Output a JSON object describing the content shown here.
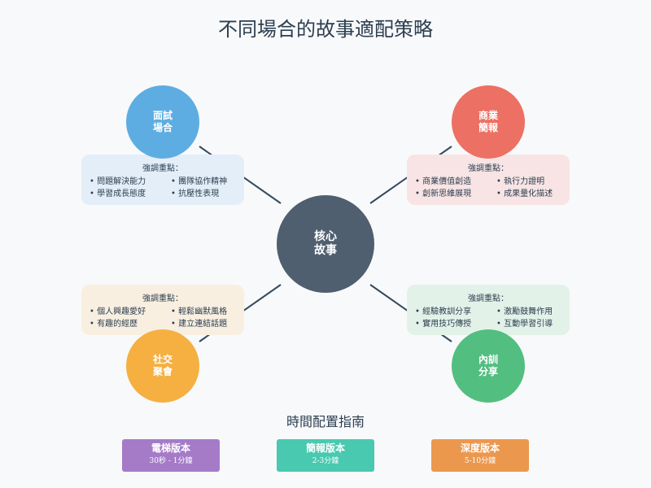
{
  "title": "不同場合的故事適配策略",
  "center": {
    "line1": "核心",
    "line2": "故事",
    "color": "#4f5f6f"
  },
  "colors": {
    "interview": "#5dade2",
    "business": "#ec7063",
    "social": "#f5b041",
    "internal": "#52be80",
    "line": "#34495e"
  },
  "scenarios": {
    "interview": {
      "line1": "面試",
      "line2": "場合",
      "emphasis_label": "強調重點：",
      "points": [
        "• 問題解決能力",
        "• 團隊協作精神",
        "• 學習成長態度",
        "• 抗壓性表現"
      ]
    },
    "business": {
      "line1": "商業",
      "line2": "簡報",
      "emphasis_label": "強調重點：",
      "points": [
        "• 商業價值創造",
        "• 執行力證明",
        "• 創新思維展現",
        "• 成果量化描述"
      ]
    },
    "social": {
      "line1": "社交",
      "line2": "聚會",
      "emphasis_label": "強調重點：",
      "points": [
        "• 個人興趣愛好",
        "• 輕鬆幽默風格",
        "• 有趣的經歷",
        "• 建立連結話題"
      ]
    },
    "internal": {
      "line1": "內訓",
      "line2": "分享",
      "emphasis_label": "強調重點：",
      "points": [
        "• 經驗教訓分享",
        "• 激勵鼓舞作用",
        "• 實用技巧傳授",
        "• 互動學習引導"
      ]
    }
  },
  "time_guide": {
    "title": "時間配置指南",
    "cards": [
      {
        "name": "電梯版本",
        "time": "30秒 - 1分鐘",
        "color": "#a57bc8"
      },
      {
        "name": "簡報版本",
        "time": "2-3分鐘",
        "color": "#48c9b0"
      },
      {
        "name": "深度版本",
        "time": "5-10分鐘",
        "color": "#eb984e"
      }
    ]
  }
}
